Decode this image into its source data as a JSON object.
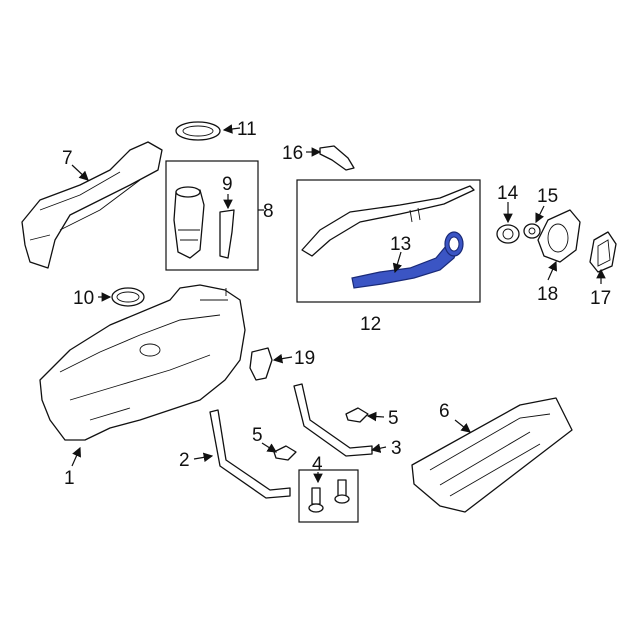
{
  "diagram": {
    "type": "exploded parts diagram",
    "highlight_color": "#3b55c4",
    "callouts": {
      "c1": "1",
      "c2": "2",
      "c3": "3",
      "c4": "4",
      "c5a": "5",
      "c5b": "5",
      "c6": "6",
      "c7": "7",
      "c8": "8",
      "c9": "9",
      "c10": "10",
      "c11": "11",
      "c12": "12",
      "c13": "13",
      "c14": "14",
      "c15": "15",
      "c16": "16",
      "c17": "17",
      "c18": "18",
      "c19": "19"
    },
    "highlighted_part": "13"
  }
}
